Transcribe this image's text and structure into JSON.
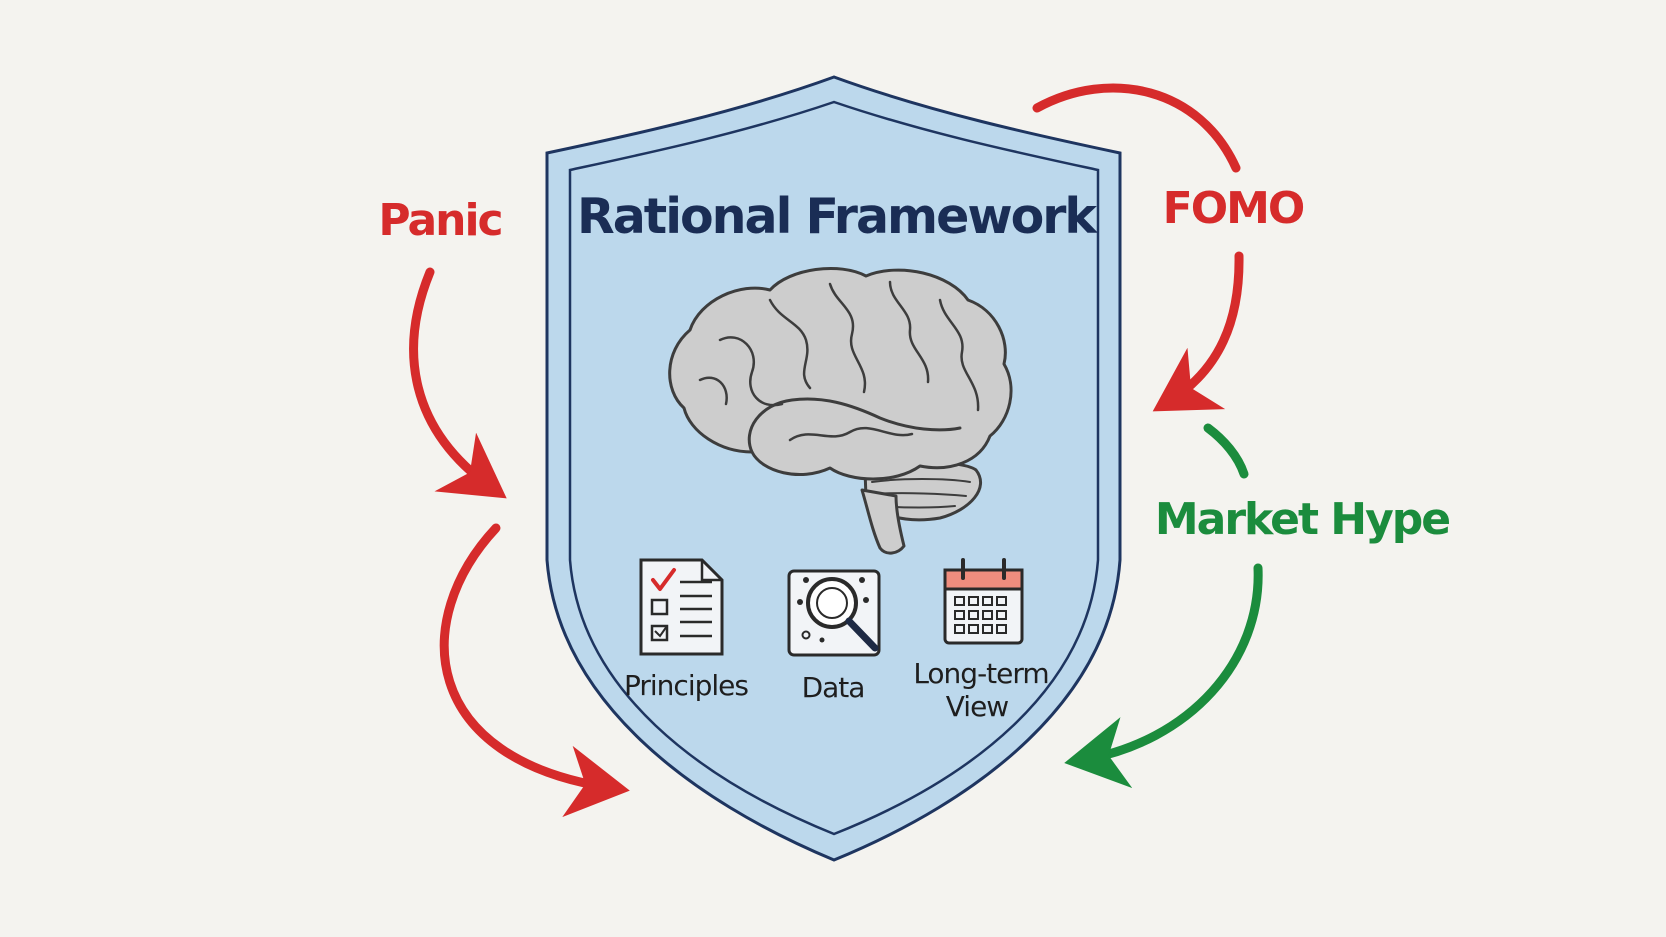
{
  "shield": {
    "title": "Rational Framework",
    "fill_color": "#bcd8ec",
    "outline_color": "#1e3560"
  },
  "center_icon": "brain-icon",
  "tools": [
    {
      "label": "Principles",
      "icon": "checklist-icon"
    },
    {
      "label": "Data",
      "icon": "magnifier-icon"
    },
    {
      "label_line1": "Long-term",
      "label_line2": "View",
      "icon": "calendar-icon"
    }
  ],
  "forces": [
    {
      "label": "Panic",
      "color": "#d62b2b"
    },
    {
      "label": "FOMO",
      "color": "#d62b2b"
    },
    {
      "label": "Market Hype",
      "color": "#1b8c3d"
    }
  ]
}
